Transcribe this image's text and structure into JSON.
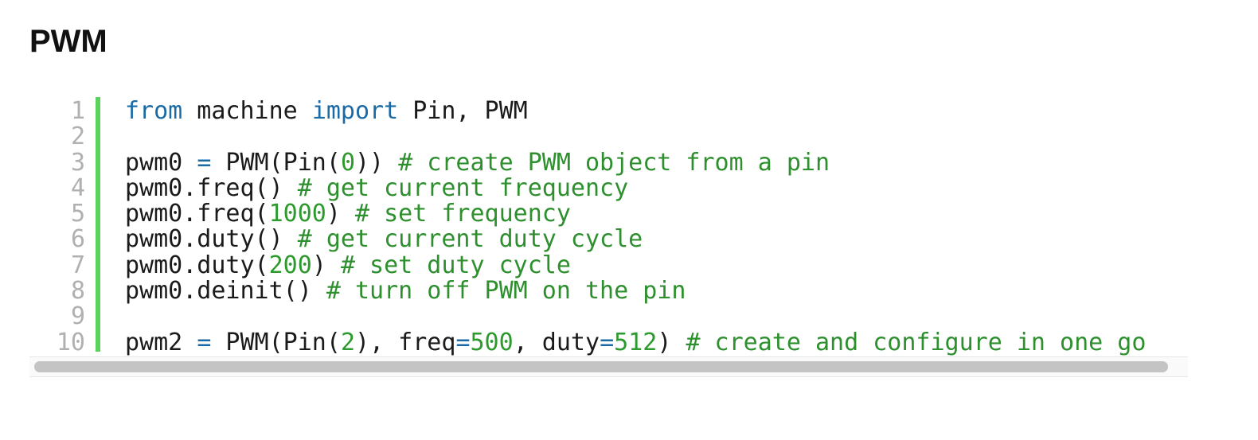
{
  "heading": "PWM",
  "code": {
    "line_numbers": [
      "1",
      "2",
      "3",
      "4",
      "5",
      "6",
      "7",
      "8",
      "9",
      "10"
    ],
    "lines": [
      [
        {
          "t": "from",
          "c": "kw"
        },
        {
          "t": " machine ",
          "c": "plain"
        },
        {
          "t": "import",
          "c": "kw"
        },
        {
          "t": " Pin, PWM",
          "c": "plain"
        }
      ],
      [],
      [
        {
          "t": "pwm0 ",
          "c": "plain"
        },
        {
          "t": "=",
          "c": "op"
        },
        {
          "t": " PWM(Pin(",
          "c": "plain"
        },
        {
          "t": "0",
          "c": "num"
        },
        {
          "t": ")) ",
          "c": "plain"
        },
        {
          "t": "# create PWM object from a pin",
          "c": "comment"
        }
      ],
      [
        {
          "t": "pwm0.freq() ",
          "c": "plain"
        },
        {
          "t": "# get current frequency",
          "c": "comment"
        }
      ],
      [
        {
          "t": "pwm0.freq(",
          "c": "plain"
        },
        {
          "t": "1000",
          "c": "num"
        },
        {
          "t": ") ",
          "c": "plain"
        },
        {
          "t": "# set frequency",
          "c": "comment"
        }
      ],
      [
        {
          "t": "pwm0.duty() ",
          "c": "plain"
        },
        {
          "t": "# get current duty cycle",
          "c": "comment"
        }
      ],
      [
        {
          "t": "pwm0.duty(",
          "c": "plain"
        },
        {
          "t": "200",
          "c": "num"
        },
        {
          "t": ") ",
          "c": "plain"
        },
        {
          "t": "# set duty cycle",
          "c": "comment"
        }
      ],
      [
        {
          "t": "pwm0.deinit() ",
          "c": "plain"
        },
        {
          "t": "# turn off PWM on the pin",
          "c": "comment"
        }
      ],
      [],
      [
        {
          "t": "pwm2 ",
          "c": "plain"
        },
        {
          "t": "=",
          "c": "op"
        },
        {
          "t": " PWM(Pin(",
          "c": "plain"
        },
        {
          "t": "2",
          "c": "num"
        },
        {
          "t": "), freq",
          "c": "plain"
        },
        {
          "t": "=",
          "c": "op"
        },
        {
          "t": "500",
          "c": "num"
        },
        {
          "t": ", duty",
          "c": "plain"
        },
        {
          "t": "=",
          "c": "op"
        },
        {
          "t": "512",
          "c": "num"
        },
        {
          "t": ") ",
          "c": "plain"
        },
        {
          "t": "# create and configure in one go",
          "c": "comment"
        }
      ]
    ]
  },
  "colors": {
    "keyword": "#1a6aa6",
    "number": "#2d9a2d",
    "comment": "#2d8f2d",
    "gutter_bar": "#5bd25b",
    "line_number": "#b0b0b0"
  }
}
